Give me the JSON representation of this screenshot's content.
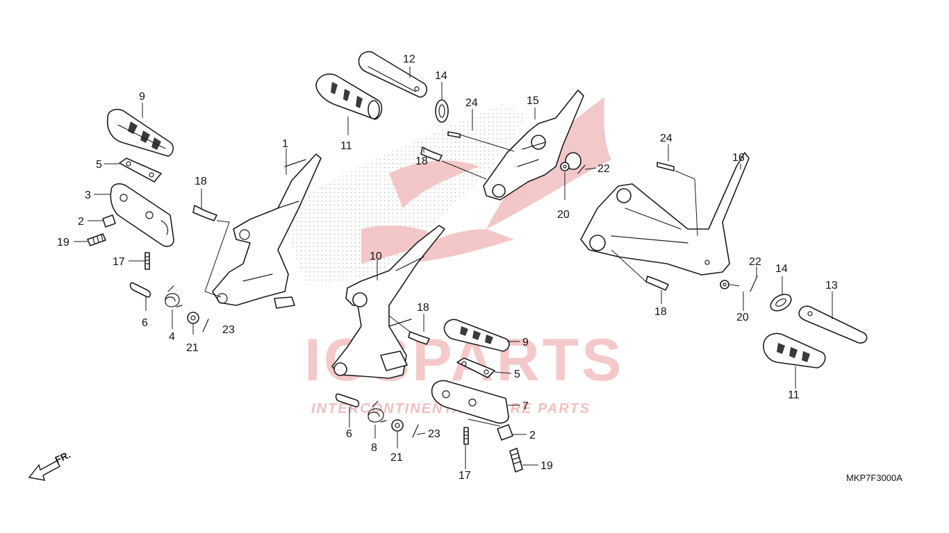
{
  "diagram": {
    "code": "MKP7F3000A",
    "direction_label": "FR.",
    "watermark": {
      "brand": "ICSPARTS",
      "tagline": "INTERCONTINENTAL SPARE PARTS",
      "color": "#e03a3a"
    },
    "callouts": {
      "c9a": "9",
      "c5a": "5",
      "c3": "3",
      "c2a": "2",
      "c19a": "19",
      "c17a": "17",
      "c6a": "6",
      "c4": "4",
      "c21a": "21",
      "c23a": "23",
      "c18a": "18",
      "c1": "1",
      "c11a": "11",
      "c12": "12",
      "c14a": "14",
      "c24a": "24",
      "c15": "15",
      "c18b": "18",
      "c20a": "20",
      "c22a": "22",
      "c10": "10",
      "c18c": "18",
      "c9b": "9",
      "c5b": "5",
      "c7": "7",
      "c6b": "6",
      "c8": "8",
      "c21b": "21",
      "c23b": "23",
      "c2b": "2",
      "c17b": "17",
      "c19b": "19",
      "c24b": "24",
      "c16": "16",
      "c18d": "18",
      "c22b": "22",
      "c20b": "20",
      "c14b": "14",
      "c13": "13",
      "c11b": "11"
    }
  }
}
